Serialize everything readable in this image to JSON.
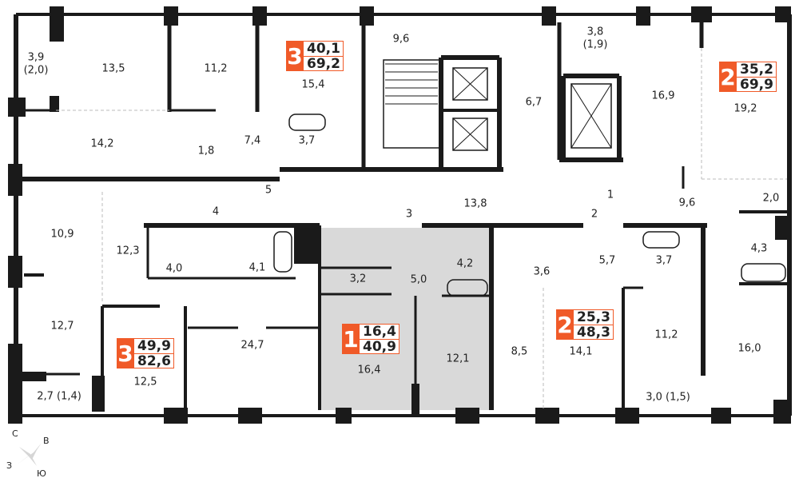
{
  "colors": {
    "accent": "#f05a28",
    "wall": "#1a1a1a",
    "highlight": "#d9d9d9"
  },
  "rooms": [
    "3,9",
    "(2,0)",
    "13,5",
    "11,2",
    "15,4",
    "9,6",
    "3,8",
    "(1,9)",
    "16,9",
    "19,2",
    "6,7",
    "14,2",
    "1,8",
    "7,4",
    "3,7",
    "5",
    "4",
    "3",
    "13,8",
    "2",
    "1",
    "9,6",
    "2,0",
    "10,9",
    "12,3",
    "4,0",
    "4,1",
    "3,2",
    "5,0",
    "4,2",
    "3,6",
    "5,7",
    "3,7",
    "4,3",
    "12,7",
    "24,7",
    "16,4",
    "12,1",
    "8,5",
    "14,1",
    "11,2",
    "16,0",
    "2,7 (1,4)",
    "12,5",
    "3,0 (1,5)"
  ],
  "apartments": [
    {
      "rooms": "3",
      "living": "40,1",
      "total": "69,2"
    },
    {
      "rooms": "2",
      "living": "35,2",
      "total": "69,9"
    },
    {
      "rooms": "3",
      "living": "49,9",
      "total": "82,6"
    },
    {
      "rooms": "1",
      "living": "16,4",
      "total": "40,9"
    },
    {
      "rooms": "2",
      "living": "25,3",
      "total": "48,3"
    }
  ],
  "compass": {
    "north": "С",
    "east": "В",
    "west": "З",
    "south": "Ю"
  }
}
